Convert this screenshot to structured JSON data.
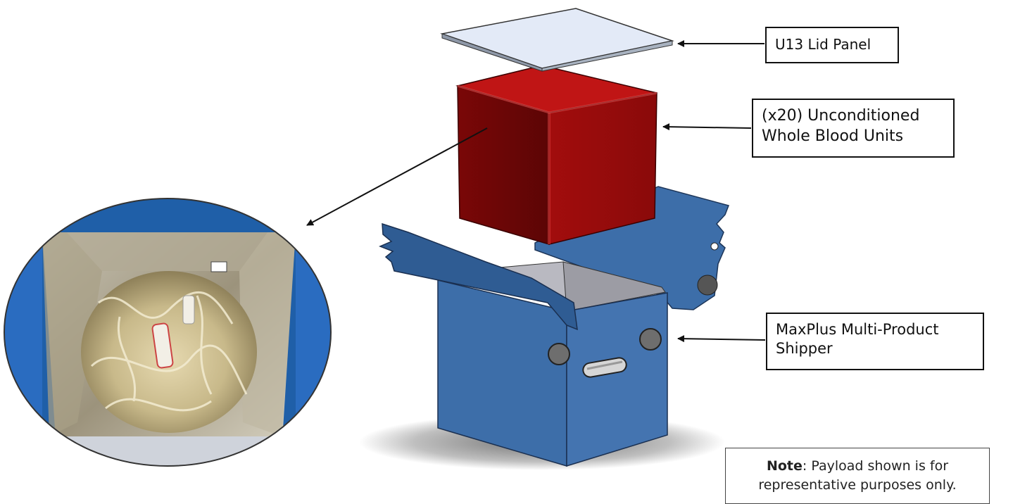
{
  "labels": {
    "lid_panel": "U13 Lid Panel",
    "blood_units_line1": "(x20) Unconditioned",
    "blood_units_line2": "Whole Blood Units",
    "shipper_line1": "MaxPlus Multi-Product",
    "shipper_line2": "Shipper"
  },
  "note": {
    "label": "Note",
    "text_line1": ": Payload shown is for",
    "text_line2": "representative purposes only."
  },
  "colors": {
    "lid": "#e3eaf7",
    "payload_red": "#b01010",
    "payload_red_dark": "#7d0a0a",
    "shipper_blue": "#3c6ca8",
    "shipper_blue_dark": "#2b5288",
    "photo_blue": "#1f5fa8"
  }
}
